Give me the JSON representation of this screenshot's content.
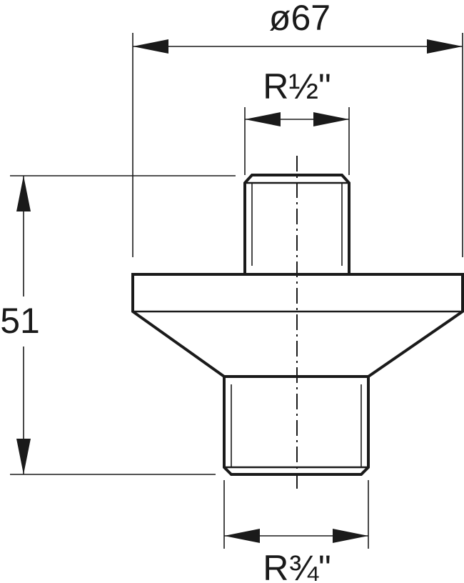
{
  "dimensions": {
    "outer_diameter": "ø67",
    "top_thread": "R½\"",
    "bottom_thread": "R¾\"",
    "height": "51"
  }
}
